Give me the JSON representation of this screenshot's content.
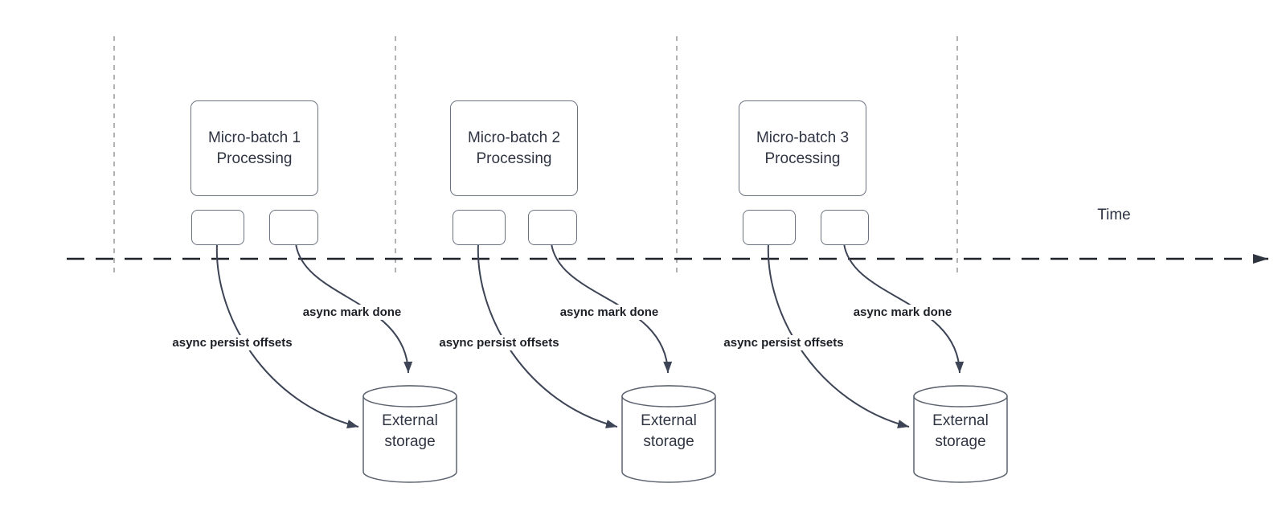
{
  "diagram": {
    "time_label": "Time",
    "sections": [
      {
        "title": "Micro-batch 1 Processing",
        "persist_label": "async persist offsets",
        "done_label": "async mark done",
        "storage_label": "External storage"
      },
      {
        "title": "Micro-batch 2 Processing",
        "persist_label": "async persist offsets",
        "done_label": "async mark done",
        "storage_label": "External storage"
      },
      {
        "title": "Micro-batch 3 Processing",
        "persist_label": "async persist offsets",
        "done_label": "async mark done",
        "storage_label": "External storage"
      }
    ],
    "colors": {
      "box_border": "#6b7280",
      "curve_stroke": "#3d4455",
      "axis_stroke": "#1f2329",
      "divider_stroke": "#b3b3b3",
      "label_text": "#1c1f26",
      "box_text": "#2f3542"
    }
  }
}
